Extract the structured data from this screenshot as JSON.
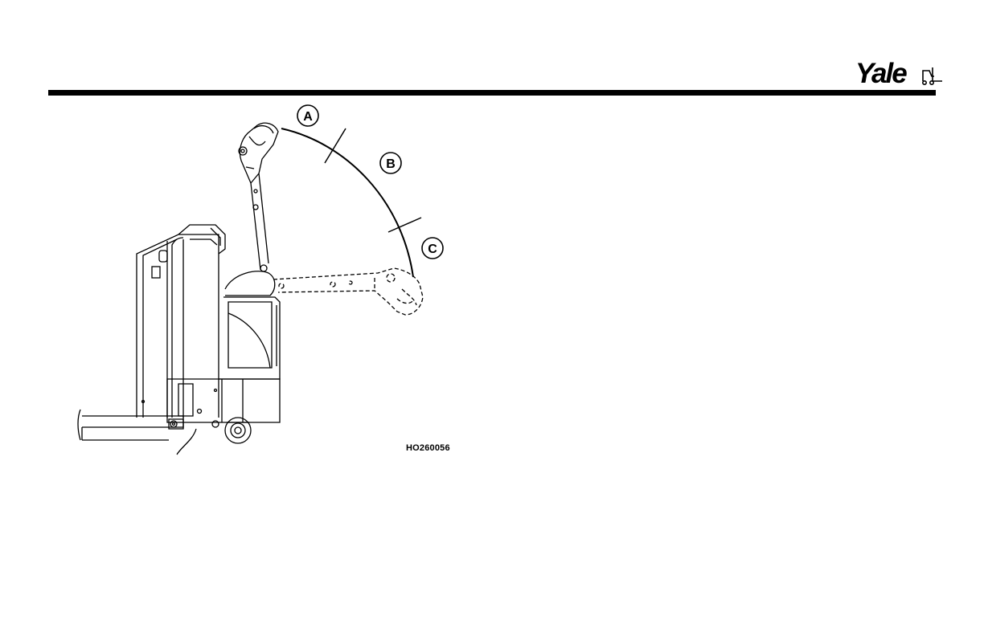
{
  "header": {
    "logo_text": "Yale",
    "logo_mark": "forklift-icon"
  },
  "figure": {
    "zones": [
      {
        "label": "A"
      },
      {
        "label": "B"
      },
      {
        "label": "C"
      }
    ],
    "figure_id": "HO260056"
  },
  "colors": {
    "ink": "#000000",
    "paper": "#ffffff"
  }
}
